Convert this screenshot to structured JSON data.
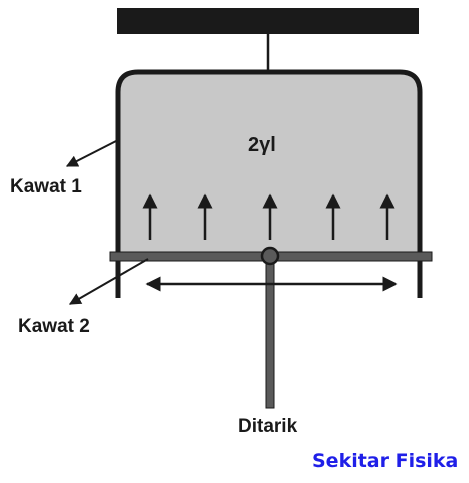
{
  "labels": {
    "wire1": "Kawat 1",
    "wire2": "Kawat 2",
    "pulled": "Ditarik",
    "tension": "2γl"
  },
  "watermark": "Sekitar Fisika",
  "colors": {
    "film": "#c8c8c8",
    "frame": "#1a1a1a",
    "slider": "#5a5a5a",
    "watermark": "#1f1fe8"
  },
  "force_arrow_count": 5
}
